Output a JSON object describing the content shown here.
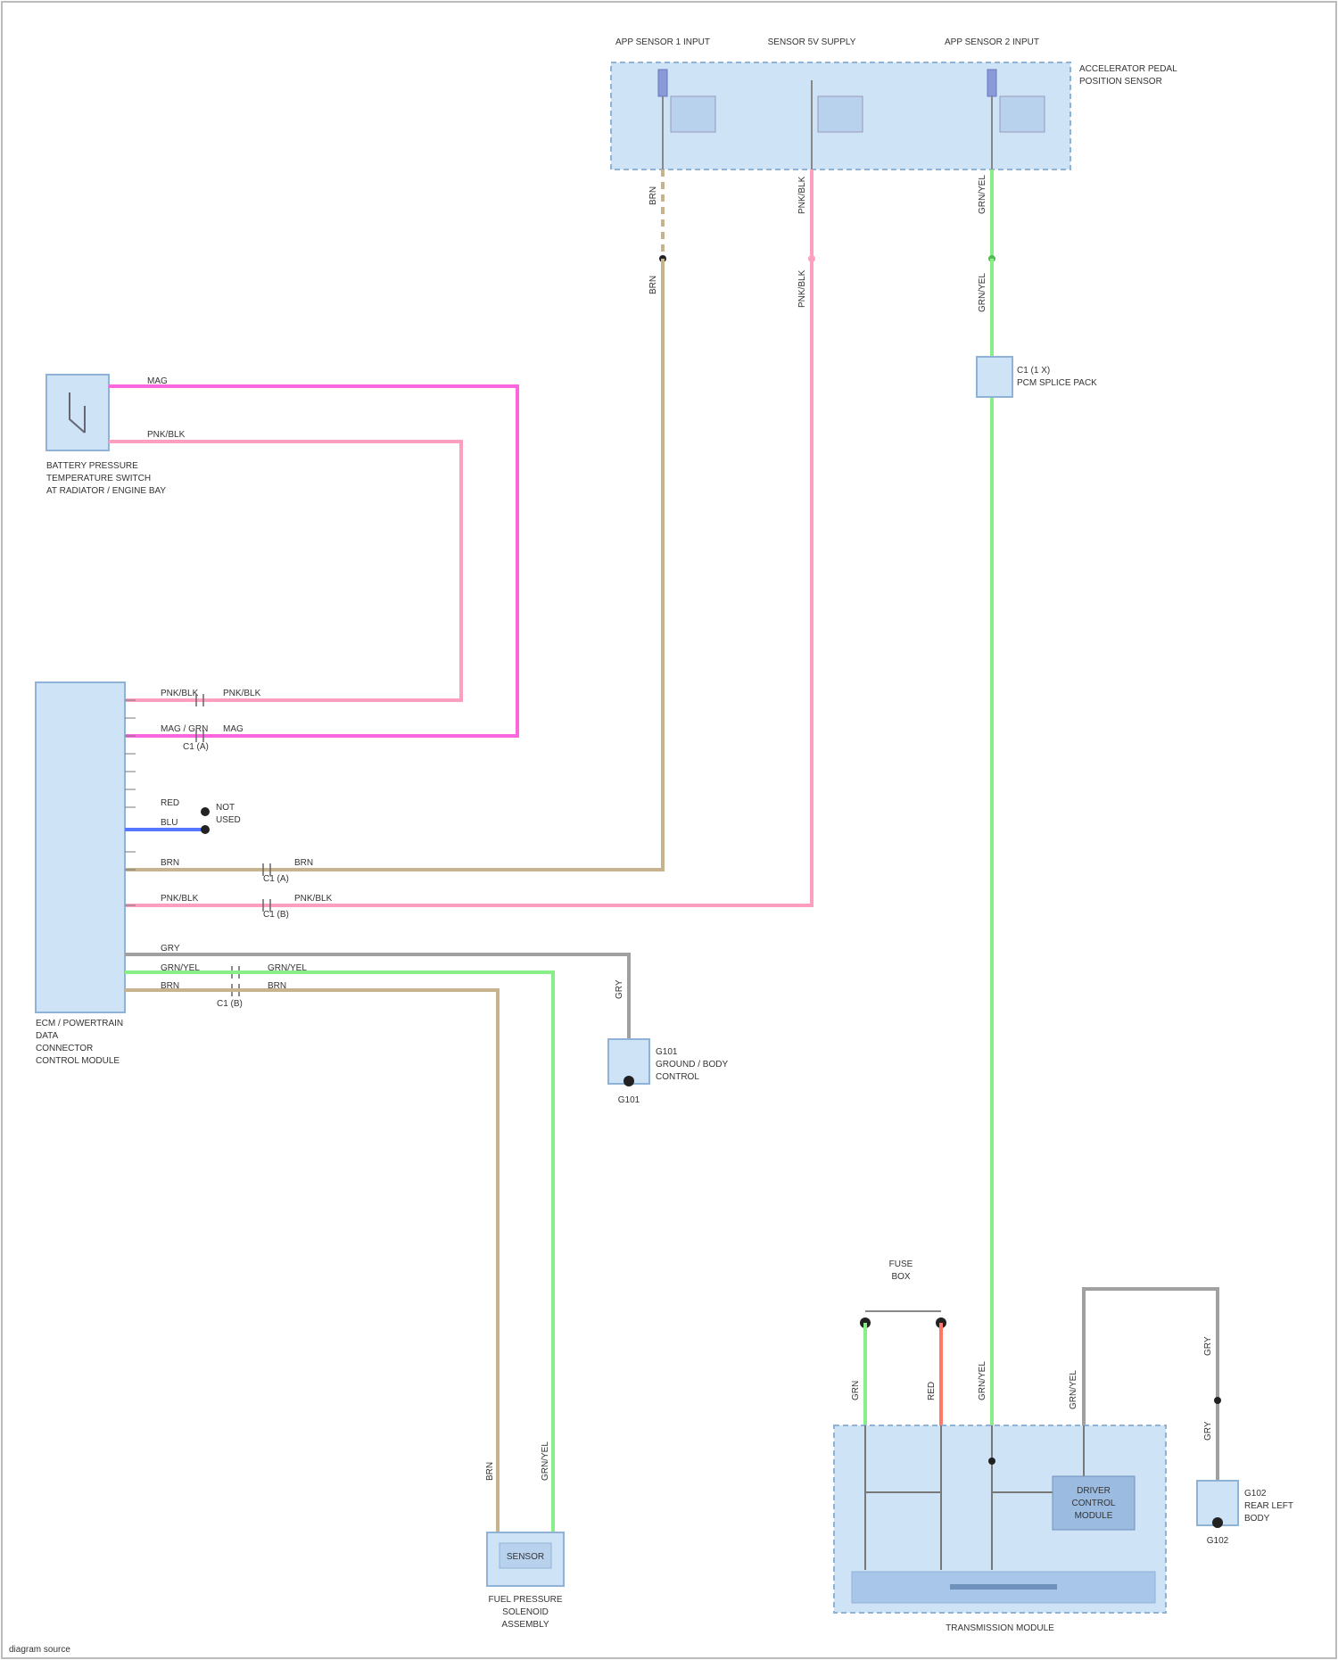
{
  "colors": {
    "pink": "#ff9fc0",
    "magenta": "#ff66dd",
    "tan": "#c8b38f",
    "green": "#88ee88",
    "gray": "#a0a0a0",
    "blue": "#5577ff",
    "red": "#ff7766",
    "box_fill": "#cfe3f7",
    "box_stroke": "#8fb3d6"
  },
  "top_module": {
    "inputs": [
      "APP SENSOR 1 INPUT",
      "SENSOR 5V SUPPLY",
      "APP SENSOR 2 INPUT"
    ],
    "name_lines": [
      "ACCELERATOR PEDAL",
      "POSITION SENSOR"
    ]
  },
  "top_wire_labels": {
    "tan_upper": "BRN",
    "tan_lower": "BRN",
    "pink_upper": "PNK/BLK",
    "pink_lower": "PNK/BLK",
    "green_upper": "GRN/YEL",
    "green_lower": "GRN/YEL"
  },
  "splice": {
    "lines": [
      "C1 (1 X)",
      "PCM SPLICE PACK"
    ]
  },
  "left_switch": {
    "pin_labels": [
      "MAG",
      "PNK/BLK"
    ],
    "name_lines": [
      "BATTERY PRESSURE",
      "TEMPERATURE SWITCH",
      "AT RADIATOR / ENGINE BAY"
    ]
  },
  "ecm": {
    "name_lines": [
      "ECM / POWERTRAIN",
      "DATA",
      "CONNECTOR",
      "CONTROL MODULE"
    ],
    "row_labels": [
      "PNK/BLK",
      "MAG / GRN",
      "RED",
      "BLU",
      "BRN",
      "PNK/BLK",
      "GRY",
      "GRN/YEL",
      "BRN"
    ],
    "right_labels": [
      "PNK/BLK",
      "MAG",
      "BRN",
      "PNK/BLK",
      "GRN/YEL",
      "BRN"
    ],
    "connector_refs": [
      "C1 (A)",
      "C1 (A)",
      "C1 (B)",
      "C1 (B)"
    ],
    "unused_label": [
      "NOT",
      "USED"
    ]
  },
  "ground_mid": {
    "wire": "GRY",
    "name_lines": [
      "G101",
      "GROUND / BODY",
      "CONTROL"
    ],
    "id": "G101"
  },
  "bottom_sensor": {
    "wires": [
      "BRN",
      "GRN/YEL"
    ],
    "box_label": "SENSOR",
    "name_lines": [
      "FUEL PRESSURE",
      "SOLENOID",
      "ASSEMBLY"
    ]
  },
  "right_fuse": {
    "lines": [
      "FUSE",
      "BOX"
    ]
  },
  "bottom_module": {
    "wires": [
      "GRN",
      "RED",
      "GRN/YEL",
      "GRN/YEL"
    ],
    "chip_lines": [
      "DRIVER",
      "CONTROL",
      "MODULE"
    ],
    "name": "TRANSMISSION MODULE"
  },
  "right_ground": {
    "wires": [
      "GRY",
      "GRY"
    ],
    "name_lines": [
      "G102",
      "REAR LEFT",
      "BODY"
    ],
    "id": "G102"
  },
  "watermark": "diagram source"
}
